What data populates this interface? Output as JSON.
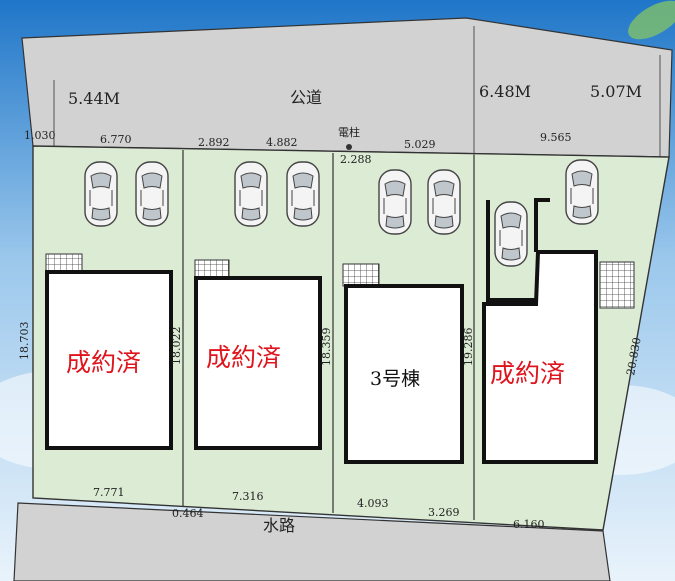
{
  "road_public": {
    "label": "公道",
    "width_left": "5.44M",
    "width_mid": "6.48M",
    "width_right": "5.07M"
  },
  "road_water": {
    "label": "水路"
  },
  "pole": {
    "label": "電柱"
  },
  "lots": [
    {
      "status": "成約済"
    },
    {
      "status": "成約済"
    },
    {
      "status": "3号棟"
    },
    {
      "status": "成約済"
    }
  ],
  "dimensions": {
    "top_1": "1.030",
    "top_2": "6.770",
    "top_3": "2.892",
    "top_4": "4.882",
    "top_5": "2.288",
    "top_6": "5.029",
    "top_7": "9.565",
    "side_1": "18.703",
    "side_2": "18.022",
    "side_3": "18.359",
    "side_4": "19.286",
    "side_5": "20.830",
    "bottom_1": "7.771",
    "bottom_2": "0.464",
    "bottom_3": "7.316",
    "bottom_4": "4.093",
    "bottom_5": "3.269",
    "bottom_6": "6.160"
  },
  "colors": {
    "lot_fill": "#dcebd4",
    "road_fill": "#d2d2d2",
    "sold_text": "#e0141c",
    "sky_top": "#1f76c8"
  }
}
